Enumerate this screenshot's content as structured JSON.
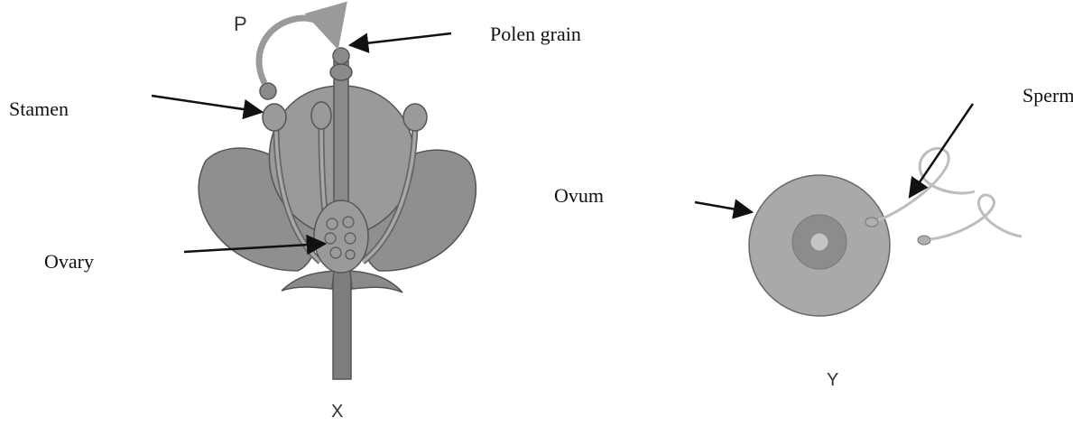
{
  "labels": {
    "polen_grain": "Polen grain",
    "stamen": "Stamen",
    "ovary": "Ovary",
    "ovum": "Ovum",
    "sperm": "Sperm",
    "arrow_letter": "P"
  },
  "captions": {
    "flower": "X",
    "cell": "Y"
  },
  "colors": {
    "petal": "#8f8f8f",
    "petal_dark": "#6f6f6f",
    "petal_light": "#bdbdbd",
    "stem": "#7a7a7a",
    "ovum_outer": "#a9a9a9",
    "ovum_inner": "#8c8c8c",
    "nucleus": "#c4c4c4",
    "arrow": "#111111",
    "sperm_tail": "#bdbdbd"
  }
}
